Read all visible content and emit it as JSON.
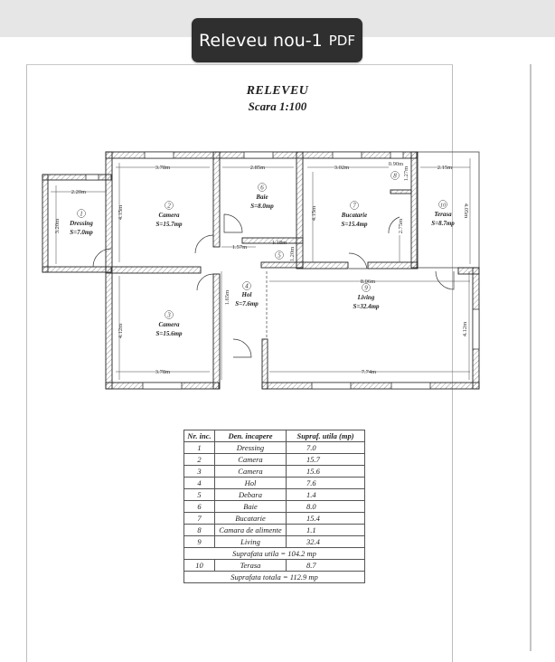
{
  "header": {
    "file_name": "Releveu nou-1",
    "file_type": "PDF"
  },
  "document": {
    "title": "RELEVEU",
    "scale": "Scara 1:100"
  },
  "plan": {
    "rooms": [
      {
        "nr": "1",
        "name": "Dressing",
        "area": "S=7.0mp"
      },
      {
        "nr": "2",
        "name": "Camera",
        "area": "S=15.7mp"
      },
      {
        "nr": "3",
        "name": "Camera",
        "area": "S=15.6mp"
      },
      {
        "nr": "4",
        "name": "Hol",
        "area": "S=7.6mp"
      },
      {
        "nr": "5",
        "name": "",
        "area": ""
      },
      {
        "nr": "6",
        "name": "Baie",
        "area": "S=8.0mp"
      },
      {
        "nr": "7",
        "name": "Bucatarie",
        "area": "S=15.4mp"
      },
      {
        "nr": "8",
        "name": "",
        "area": ""
      },
      {
        "nr": "9",
        "name": "Living",
        "area": "S=32.4mp"
      },
      {
        "nr": "10",
        "name": "Terasa",
        "area": "S=8.7mp"
      }
    ],
    "dimensions": {
      "d_dressing_w": "2.20m",
      "d_dressing_h": "3.20m",
      "d_camera2_w": "3.78m",
      "d_camera2_h": "4.15m",
      "d_baie_w": "2.85m",
      "d_bucatarie_w": "3.02m",
      "d_bucatarie_h": "4.15m",
      "d_camara_w": "0.90m",
      "d_camara_h": "1.27m",
      "d_terasa_w": "2.15m",
      "d_terasa_h": "4.05m",
      "d_bucatarie_inner_h": "2.75m",
      "d_hol_w": "1.57m",
      "d_debara_w": "1.18m",
      "d_debara_h": "1.20m",
      "d_hol_h": "1.65m",
      "d_living_top": "8.06m",
      "d_living_bottom": "7.74m",
      "d_living_h": "4.12m",
      "d_camera3_h": "4.12m",
      "d_camera3_w": "3.78m"
    }
  },
  "table": {
    "headers": [
      "Nr. inc.",
      "Den. incapere",
      "Supraf. utila (mp)"
    ],
    "rows": [
      [
        "1",
        "Dressing",
        "7.0"
      ],
      [
        "2",
        "Camera",
        "15.7"
      ],
      [
        "3",
        "Camera",
        "15.6"
      ],
      [
        "4",
        "Hol",
        "7.6"
      ],
      [
        "5",
        "Debara",
        "1.4"
      ],
      [
        "6",
        "Baie",
        "8.0"
      ],
      [
        "7",
        "Bucatarie",
        "15.4"
      ],
      [
        "8",
        "Camara de alimente",
        "1.1"
      ],
      [
        "9",
        "Living",
        "32.4"
      ]
    ],
    "subtotal": "Suprafata utila = 104.2 mp",
    "extra_row": [
      "10",
      "Terasa",
      "8.7"
    ],
    "total": "Suprafata totala = 112.9 mp"
  }
}
